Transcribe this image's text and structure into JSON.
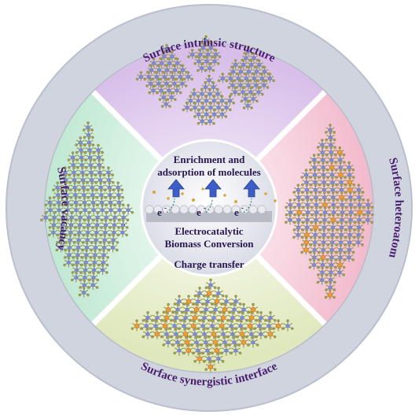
{
  "ring_labels": {
    "top": "Surface intrinsic structure",
    "right": "Surface heteroatom",
    "bottom": "Surface synergistic interface",
    "left": "Surface vacancy"
  },
  "center": {
    "heading_line1": "Enrichment and",
    "heading_line2": "adsorption of molecules",
    "electron_symbol": "e",
    "electron_sup": "-",
    "process_line1": "Electrocatalytic",
    "process_line2": "Biomass Conversion",
    "footer": "Charge transfer"
  },
  "colors": {
    "outer_ring": "#cfd4de",
    "ring_text": "#4a1e6e",
    "quadrant_top": "#dcc4ec",
    "quadrant_right": "#f6c8d8",
    "quadrant_bottom": "#e4ecc8",
    "quadrant_left": "#cdeedc",
    "lattice_blue": "#7d8ed8",
    "lattice_olive": "#9c9a52",
    "lattice_orange": "#f39a2a",
    "arrow_blue": "#3c5ec8"
  },
  "icons": {
    "upward_arrow": "up-arrow-icon",
    "electron": "electron-icon"
  }
}
